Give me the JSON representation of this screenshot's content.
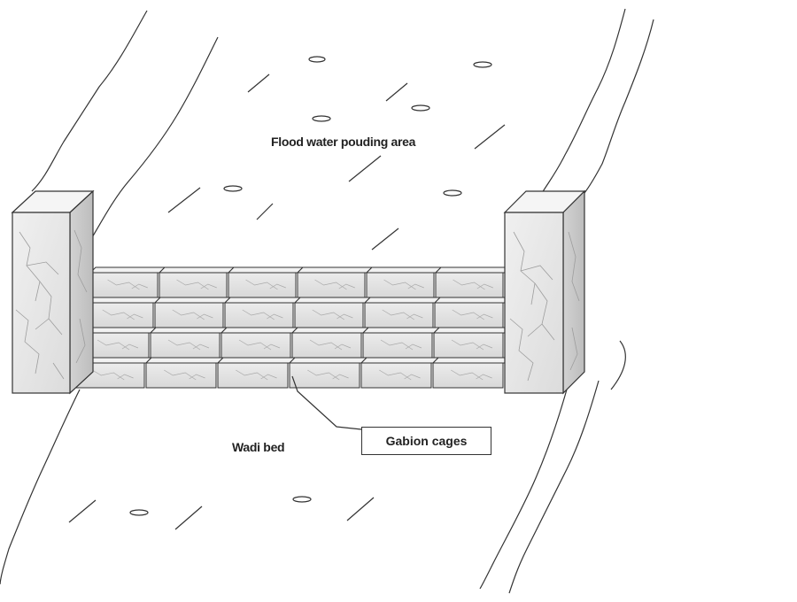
{
  "labels": {
    "pond_area": "Flood water pouding area",
    "wadi_bed": "Wadi bed",
    "gabion_cages": "Gabion cages"
  },
  "gabion": {
    "courses": 4,
    "bricks_per_course": 6
  },
  "colors": {
    "line": "#333333",
    "stone_face": "#e4e4e4",
    "stone_top": "#f2f2f2",
    "stone_side": "#c9c9c9",
    "vein": "#a9a9a9"
  }
}
